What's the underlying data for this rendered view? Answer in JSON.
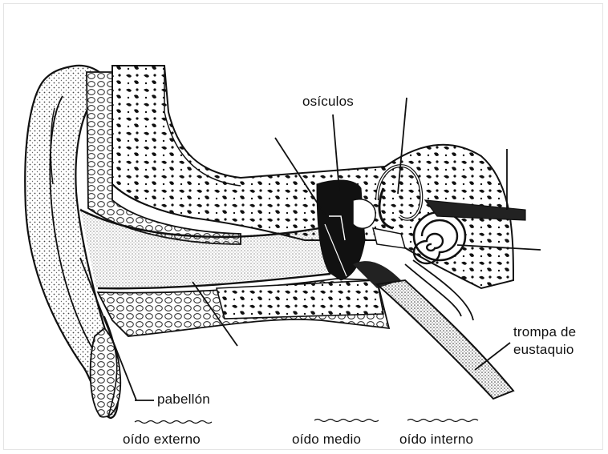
{
  "labels": {
    "osiculos": "osículos",
    "pabellon": "pabellón",
    "trompa_line1": "trompa de",
    "trompa_line2": "eustaquio",
    "oido_externo": "oído externo",
    "oido_medio": "oído medio",
    "oido_interno": "oído interno"
  },
  "colors": {
    "ink": "#111111",
    "stipple": "#555555",
    "paper": "#ffffff"
  }
}
